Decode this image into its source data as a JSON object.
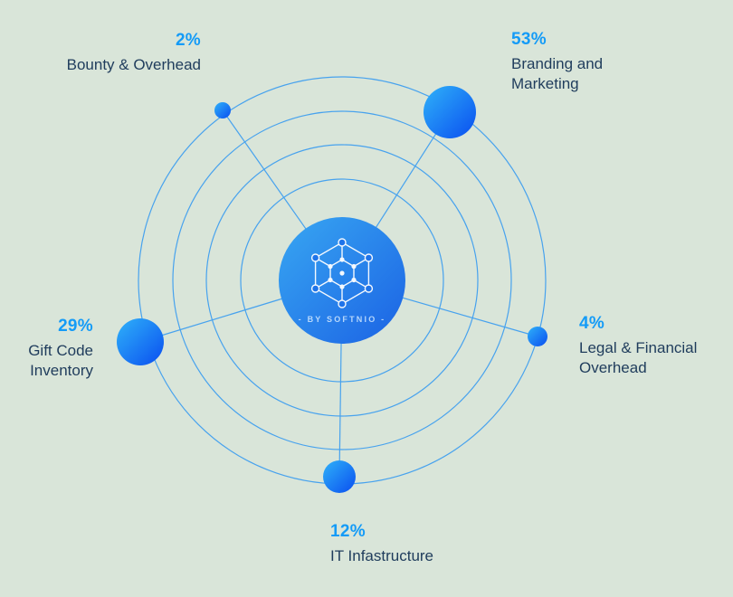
{
  "colors": {
    "accent": "#149bf7",
    "label": "#1f3c5c",
    "orbit": "#47a2ee",
    "background": "#d9e5d9",
    "bubble_gradient_start": "#2fb2f9",
    "bubble_gradient_end": "#0a4ef0",
    "disc_gradient_start": "#38a7f2",
    "disc_gradient_end": "#1b62e4"
  },
  "center": {
    "caption": "- BY SOFTNIO -"
  },
  "labels": {
    "bounty": {
      "pct": "2%",
      "label": "Bounty & Overhead"
    },
    "branding": {
      "pct": "53%",
      "label": "Branding and Marketing"
    },
    "giftcode": {
      "pct": "29%",
      "label": "Gift Code Inventory"
    },
    "legal": {
      "pct": "4%",
      "label": "Legal & Financial Overhead"
    },
    "it": {
      "pct": "12%",
      "label": "IT Infastructure"
    }
  },
  "chart_data": {
    "type": "pie",
    "categories": [
      "Branding and Marketing",
      "Gift Code Inventory",
      "IT Infastructure",
      "Legal & Financial Overhead",
      "Bounty & Overhead"
    ],
    "values": [
      53,
      29,
      12,
      4,
      2
    ],
    "units": "%",
    "title": "",
    "center_label": "- BY SOFTNIO -",
    "legend_position": "around-bubbles",
    "style": "orbit-bubble allocation diagram, bubble size proportional to value"
  }
}
